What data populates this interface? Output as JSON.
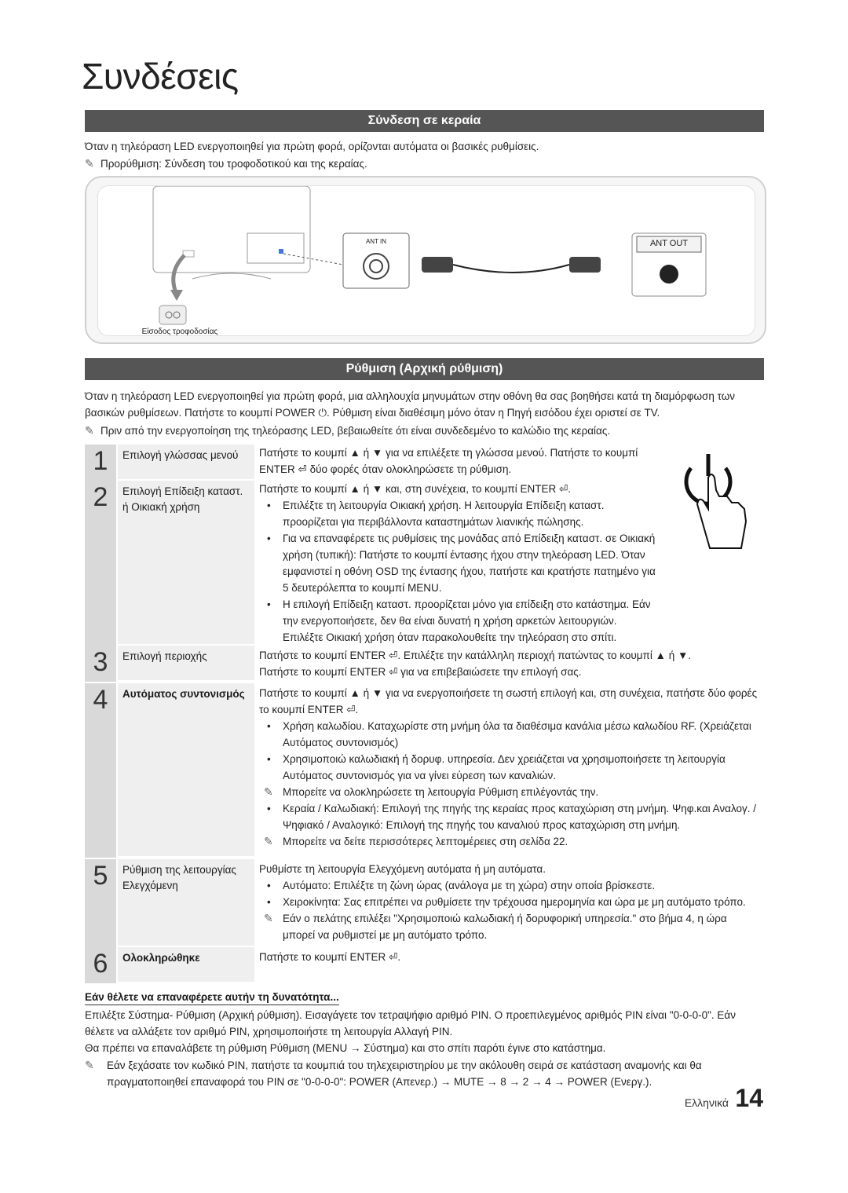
{
  "page_title": "Συνδέσεις",
  "section1": {
    "title": "Σύνδεση σε κεραία",
    "intro": "Όταν η τηλεόραση LED ενεργοποιηθεί για πρώτη φορά, ορίζονται αυτόματα οι βασικές ρυθμίσεις.",
    "note": "Προρύθμιση: Σύνδεση του τροφοδοτικού και της κεραίας."
  },
  "diagram": {
    "ant_in_label": "ANT IN",
    "ant_out_label": "ANT OUT",
    "power_input_label": "Είσοδος τροφοδοσίας"
  },
  "section2": {
    "title": "Ρύθμιση (Αρχική ρύθμιση)",
    "intro_1": "Όταν η τηλεόραση LED ενεργοποιηθεί για πρώτη φορά, μια αλληλουχία μηνυμάτων στην οθόνη θα σας βοηθήσει κατά τη διαμόρφωση των",
    "intro_2": "βασικών ρυθμίσεων. Πατήστε το κουμπί POWER ⏻. Ρύθμιση είναι διαθέσιμη μόνο όταν η Πηγή εισόδου έχει οριστεί σε TV.",
    "note": "Πριν από την ενεργοποίηση της τηλεόρασης LED, βεβαιωθείτε ότι είναι συνδεδεμένο το καλώδιο της κεραίας."
  },
  "steps": [
    {
      "num": "1",
      "title": "Επιλογή γλώσσας μενού",
      "lines": [
        "Πατήστε το κουμπί ▲ ή ▼ για να επιλέξετε τη γλώσσα μενού. Πατήστε το κουμπί",
        "ENTER ⏎ δύο φορές όταν ολοκληρώσετε τη ρύθμιση."
      ]
    },
    {
      "num": "2",
      "title": "Επιλογή Επίδειξη καταστ. ή Οικιακή χρήση",
      "lines": [
        "Πατήστε το κουμπί ▲ ή ▼ και, στη συνέχεια, το κουμπί ENTER ⏎."
      ],
      "bullets": [
        "Επιλέξτε τη λειτουργία Οικιακή χρήση. Η λειτουργία Επίδειξη καταστ. προορίζεται για περιβάλλοντα καταστημάτων λιανικής πώλησης.",
        "Για να επαναφέρετε τις ρυθμίσεις της μονάδας από Επίδειξη καταστ. σε Οικιακή χρήση (τυπική): Πατήστε το κουμπί έντασης ήχου στην τηλεόραση LED. Όταν εμφανιστεί η οθόνη OSD της έντασης ήχου, πατήστε και κρατήστε πατημένο για 5 δευτερόλεπτα το κουμπί MENU.",
        "Η επιλογή Επίδειξη καταστ. προορίζεται μόνο για επίδειξη στο κατάστημα. Εάν την ενεργοποιήσετε, δεν θα είναι δυνατή η χρήση αρκετών λειτουργιών. Επιλέξτε Οικιακή χρήση όταν παρακολουθείτε την τηλεόραση στο σπίτι."
      ]
    },
    {
      "num": "3",
      "title": "Επιλογή περιοχής",
      "lines": [
        "Πατήστε το κουμπί ENTER ⏎. Επιλέξτε την κατάλληλη περιοχή πατώντας το κουμπί ▲ ή ▼.",
        "Πατήστε το κουμπί ENTER ⏎ για να επιβεβαιώσετε την επιλογή σας."
      ]
    },
    {
      "num": "4",
      "title": "Αυτόματος συντονισμός",
      "lines": [
        "Πατήστε το κουμπί ▲ ή ▼ για να ενεργοποιήσετε τη σωστή επιλογή και, στη συνέχεια, πατήστε δύο φορές το κουμπί ENTER ⏎."
      ],
      "bullets": [
        "Χρήση καλωδίου. Καταχωρίστε στη μνήμη όλα τα διαθέσιμα κανάλια μέσω καλωδίου RF. (Χρειάζεται Αυτόματος συντονισμός)",
        "Χρησιμοποιώ καλωδιακή ή δορυφ. υπηρεσία. Δεν χρειάζεται να χρησιμοποιήσετε τη λειτουργία Αυτόματος συντονισμός για να γίνει εύρεση των καναλιών."
      ],
      "note_1": "Μπορείτε να ολοκληρώσετε τη λειτουργία Ρύθμιση επιλέγοντάς την.",
      "bullets_2": [
        "Κεραία / Καλωδιακή: Επιλογή της πηγής της κεραίας προς καταχώριση στη μνήμη. Ψηφ.και Αναλογ. / Ψηφιακό / Αναλογικό: Επιλογή της πηγής του καναλιού προς καταχώριση στη μνήμη."
      ],
      "note_2": "Μπορείτε να δείτε περισσότερες λεπτομέρειες στη σελίδα 22."
    },
    {
      "num": "5",
      "title": "Ρύθμιση της λειτουργίας Ελεγχόμενη",
      "lines": [
        "Ρυθμίστε τη λειτουργία Ελεγχόμενη αυτόματα ή μη αυτόματα."
      ],
      "bullets": [
        "Αυτόματο: Επιλέξτε τη ζώνη ώρας (ανάλογα με τη χώρα) στην οποία βρίσκεστε.",
        "Χειροκίνητα: Σας επιτρέπει να ρυθμίσετε την τρέχουσα ημερομηνία και ώρα με μη αυτόματο τρόπο."
      ],
      "note_1": "Εάν ο πελάτης επιλέξει \"Χρησιμοποιώ καλωδιακή ή δορυφορική υπηρεσία.\" στο βήμα 4, η ώρα μπορεί να ρυθμιστεί με μη αυτόματο τρόπο."
    },
    {
      "num": "6",
      "title": "Ολοκληρώθηκε",
      "lines": [
        "Πατήστε το κουμπί ENTER ⏎."
      ]
    }
  ],
  "footer_section": {
    "heading": "Εάν θέλετε να επαναφέρετε αυτήν τη δυνατότητα...",
    "para_1": "Επιλέξτε Σύστημα- Ρύθμιση (Αρχική ρύθμιση). Εισαγάγετε τον τετραψήφιο αριθμό PIN. Ο προεπιλεγμένος αριθμός PIN είναι \"0-0-0-0\". Εάν θέλετε να αλλάξετε τον αριθμό PIN, χρησιμοποιήστε τη λειτουργία Αλλαγή PIN.",
    "para_2": "Θα πρέπει να επαναλάβετε τη ρύθμιση Ρύθμιση (MENU → Σύστημα) και στο σπίτι παρότι έγινε στο κατάστημα.",
    "note": "Εάν ξεχάσατε τον κωδικό PIN, πατήστε τα κουμπιά του τηλεχειριστηρίου με την ακόλουθη σειρά σε κατάσταση αναμονής και θα πραγματοποιηθεί επαναφορά του PIN σε \"0-0-0-0\": POWER (Απενερ.) → MUTE → 8 → 2 → 4 → POWER (Ενεργ.)."
  },
  "footer": {
    "language": "Ελληνικά",
    "page_number": "14"
  },
  "icons": {
    "note": "note-pencil-icon",
    "power": "power-icon",
    "enter": "enter-icon"
  }
}
